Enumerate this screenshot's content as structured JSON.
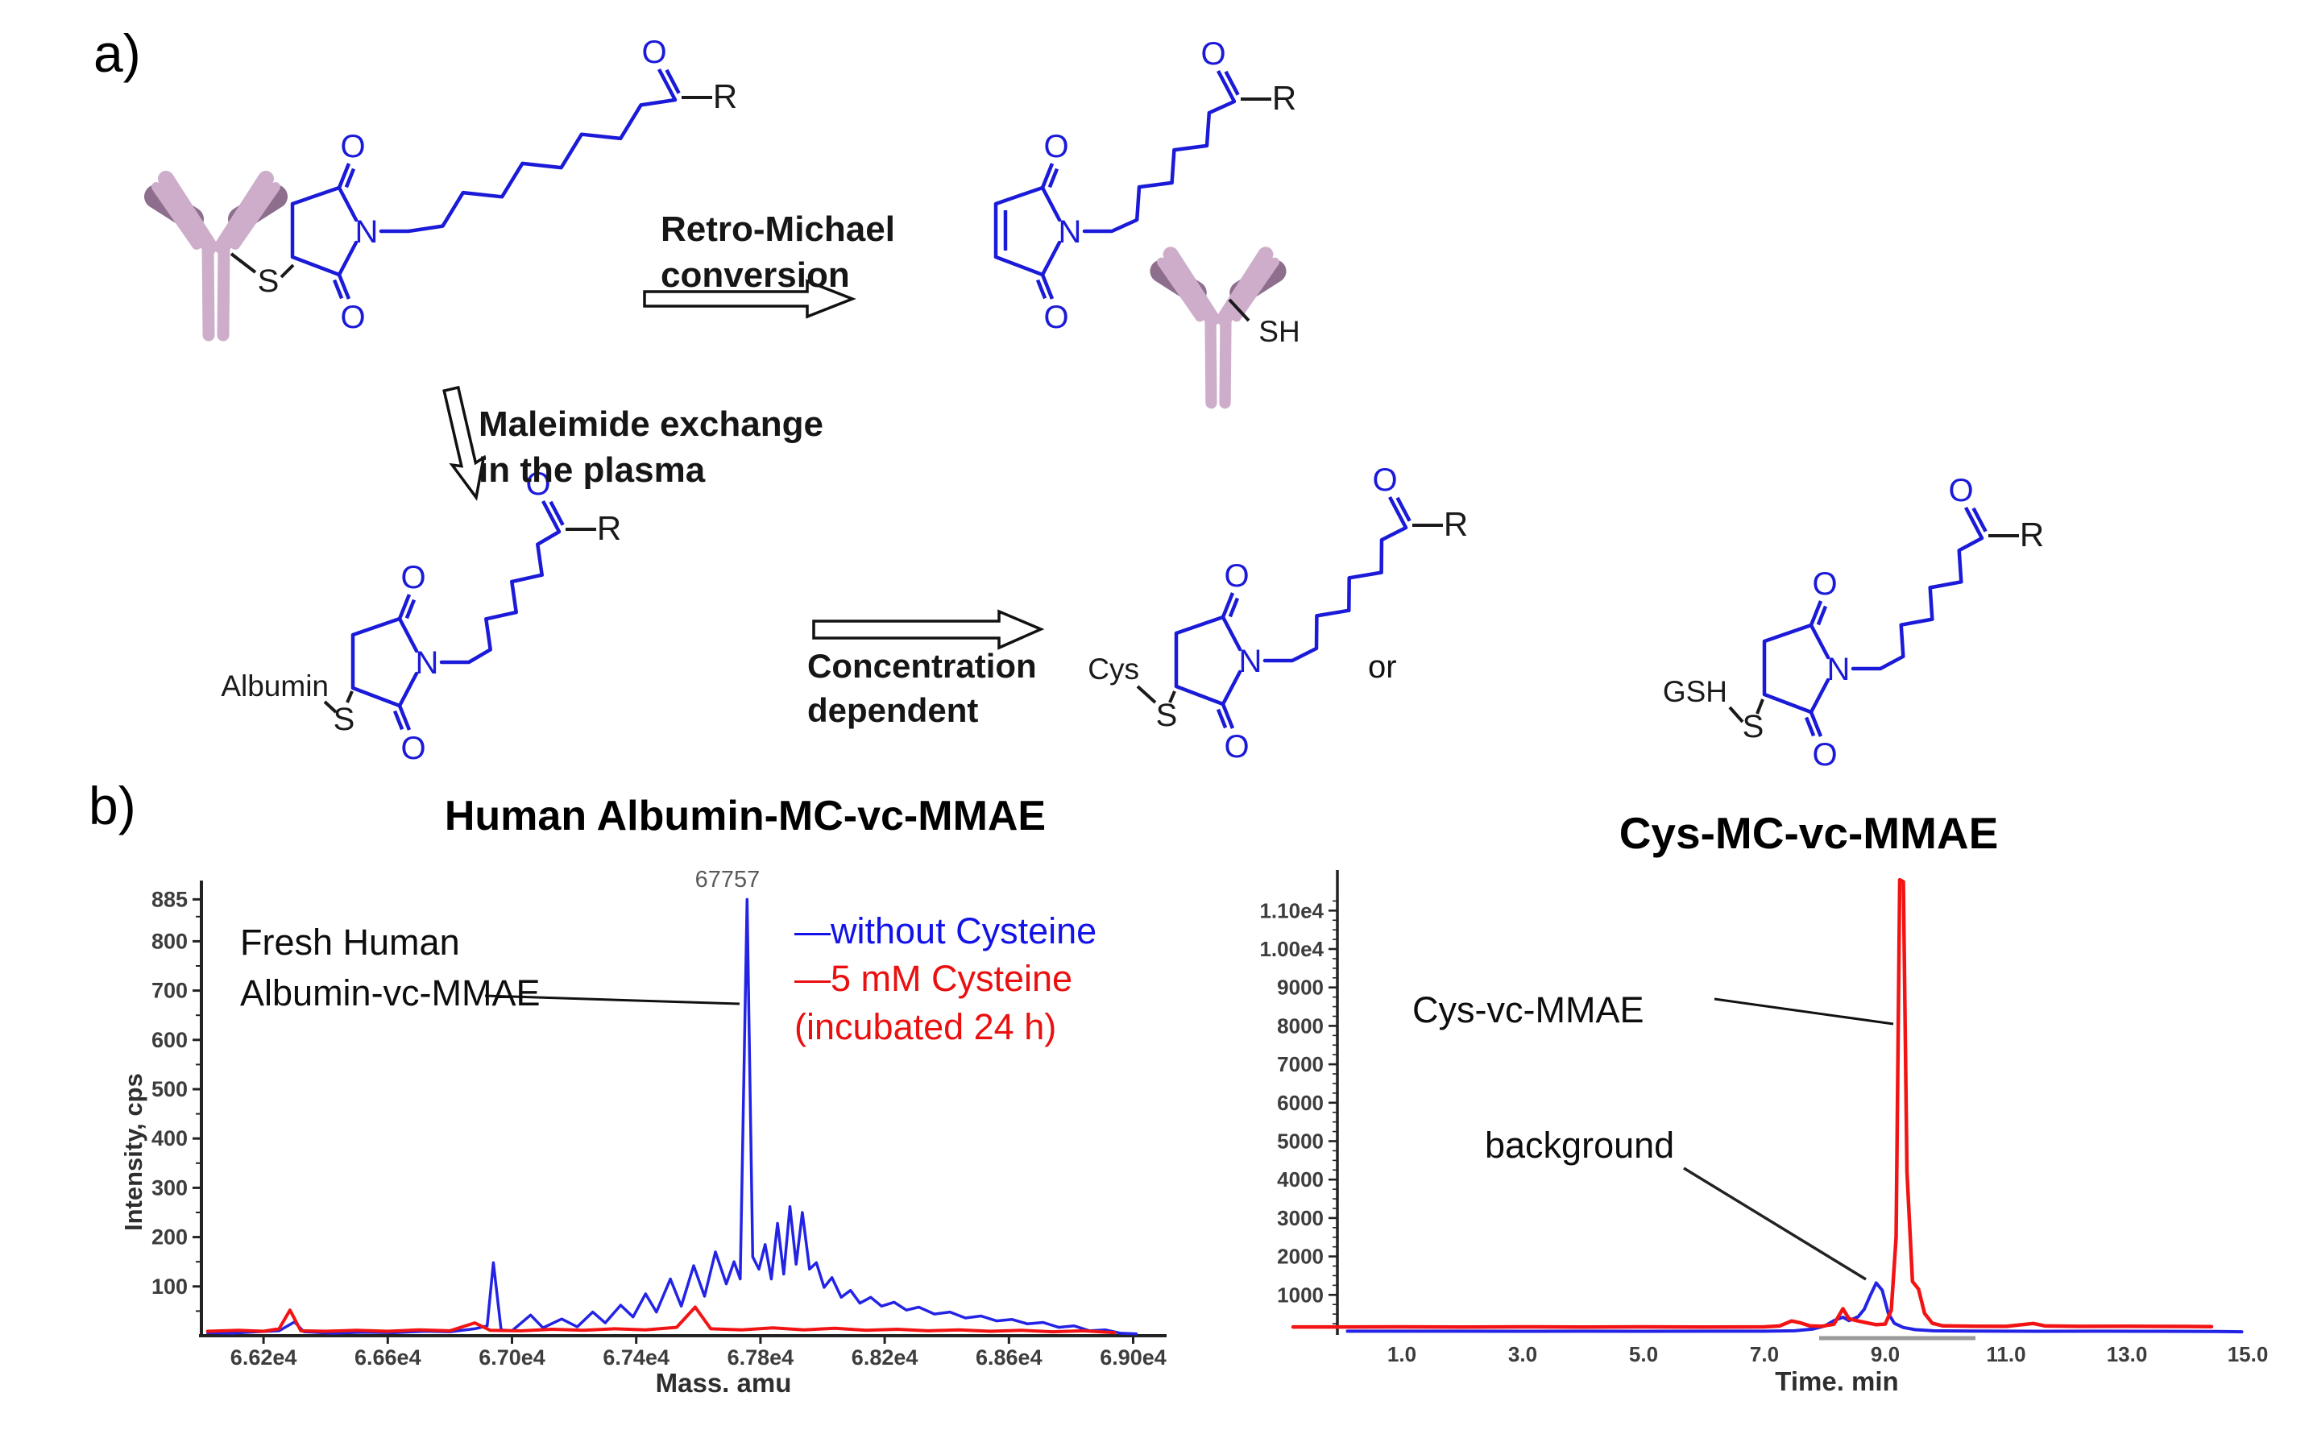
{
  "panel_a": {
    "label": "a)",
    "retro_michael_arrow": {
      "line1": "Retro-Michael",
      "line2": "conversion"
    },
    "maleimide_exchange_arrow": {
      "line1": "Maleimide exchange",
      "line2": "in the plasma"
    },
    "concentration_arrow": {
      "line1": "Concentration",
      "line2": "dependent"
    },
    "or_label": "or",
    "chem": {
      "o": "O",
      "n": "N",
      "s": "S",
      "r": "R",
      "sh": "SH",
      "albumin": "Albumin",
      "cys": "Cys",
      "gsh": "GSH"
    },
    "colors": {
      "structure_blue": "#1a1ad8",
      "bond_black": "#1a1a1a",
      "antibody_light": "#cdadca",
      "antibody_dark": "#8d6f8d"
    }
  },
  "panel_b": {
    "label": "b)"
  },
  "chart_data": [
    {
      "type": "line",
      "title": "Human Albumin-MC-vc-MMAE",
      "xlabel": "Mass. amu",
      "ylabel": "Intensity, cps",
      "xlim": [
        66000,
        69100
      ],
      "ylim": [
        0,
        920
      ],
      "grid": false,
      "yticks": [
        100,
        200,
        300,
        400,
        500,
        600,
        700,
        800,
        885
      ],
      "ytick_labels": [
        "100",
        "200",
        "300",
        "400",
        "500",
        "600",
        "700",
        "800",
        "885"
      ],
      "xticks": [
        66200,
        66600,
        67000,
        67400,
        67800,
        68200,
        68600,
        69000
      ],
      "xtick_labels": [
        "6.62e4",
        "6.66e4",
        "6.70e4",
        "6.74e4",
        "6.78e4",
        "6.82e4",
        "6.86e4",
        "6.90e4"
      ],
      "peak_label": "67757",
      "peak_x": 67757,
      "annotation": {
        "line1": "Fresh Human",
        "line2": "Albumin-vc-MMAE"
      },
      "legend": [
        {
          "label": "—without Cysteine",
          "color": "#1313e8"
        },
        {
          "label": "—5 mM Cysteine",
          "sublabel": "(incubated 24 h)",
          "color": "#ea1010"
        }
      ],
      "series": [
        {
          "name": "without Cysteine",
          "color": "#2323e6",
          "points": [
            [
              66020,
              6
            ],
            [
              66100,
              5
            ],
            [
              66180,
              8
            ],
            [
              66250,
              10
            ],
            [
              66300,
              28
            ],
            [
              66330,
              8
            ],
            [
              66420,
              5
            ],
            [
              66520,
              7
            ],
            [
              66620,
              6
            ],
            [
              66720,
              9
            ],
            [
              66800,
              8
            ],
            [
              66880,
              14
            ],
            [
              66920,
              20
            ],
            [
              66940,
              148
            ],
            [
              66965,
              12
            ],
            [
              67000,
              10
            ],
            [
              67060,
              42
            ],
            [
              67100,
              16
            ],
            [
              67160,
              34
            ],
            [
              67210,
              18
            ],
            [
              67260,
              48
            ],
            [
              67300,
              26
            ],
            [
              67350,
              62
            ],
            [
              67390,
              38
            ],
            [
              67430,
              85
            ],
            [
              67465,
              48
            ],
            [
              67510,
              115
            ],
            [
              67545,
              60
            ],
            [
              67585,
              142
            ],
            [
              67620,
              80
            ],
            [
              67655,
              170
            ],
            [
              67690,
              105
            ],
            [
              67715,
              150
            ],
            [
              67735,
              115
            ],
            [
              67757,
              885
            ],
            [
              67775,
              160
            ],
            [
              67795,
              135
            ],
            [
              67815,
              185
            ],
            [
              67835,
              115
            ],
            [
              67855,
              228
            ],
            [
              67875,
              125
            ],
            [
              67895,
              262
            ],
            [
              67915,
              145
            ],
            [
              67935,
              250
            ],
            [
              67958,
              135
            ],
            [
              67980,
              148
            ],
            [
              68005,
              98
            ],
            [
              68030,
              118
            ],
            [
              68060,
              78
            ],
            [
              68090,
              92
            ],
            [
              68120,
              66
            ],
            [
              68155,
              78
            ],
            [
              68190,
              60
            ],
            [
              68230,
              68
            ],
            [
              68270,
              52
            ],
            [
              68310,
              58
            ],
            [
              68360,
              44
            ],
            [
              68410,
              48
            ],
            [
              68460,
              36
            ],
            [
              68510,
              40
            ],
            [
              68560,
              30
            ],
            [
              68610,
              33
            ],
            [
              68660,
              24
            ],
            [
              68710,
              27
            ],
            [
              68760,
              17
            ],
            [
              68810,
              20
            ],
            [
              68860,
              10
            ],
            [
              68910,
              12
            ],
            [
              68960,
              5
            ],
            [
              69010,
              4
            ]
          ]
        },
        {
          "name": "5 mM Cysteine (incubated 24 h)",
          "color": "#f21414",
          "points": [
            [
              66020,
              9
            ],
            [
              66120,
              11
            ],
            [
              66200,
              9
            ],
            [
              66250,
              14
            ],
            [
              66285,
              52
            ],
            [
              66320,
              10
            ],
            [
              66400,
              9
            ],
            [
              66500,
              11
            ],
            [
              66600,
              9
            ],
            [
              66700,
              12
            ],
            [
              66800,
              10
            ],
            [
              66880,
              26
            ],
            [
              66930,
              11
            ],
            [
              67030,
              10
            ],
            [
              67130,
              13
            ],
            [
              67230,
              11
            ],
            [
              67330,
              14
            ],
            [
              67430,
              12
            ],
            [
              67530,
              17
            ],
            [
              67590,
              58
            ],
            [
              67640,
              14
            ],
            [
              67740,
              12
            ],
            [
              67840,
              16
            ],
            [
              67940,
              12
            ],
            [
              68040,
              15
            ],
            [
              68140,
              11
            ],
            [
              68240,
              13
            ],
            [
              68340,
              10
            ],
            [
              68440,
              12
            ],
            [
              68540,
              9
            ],
            [
              68640,
              11
            ],
            [
              68740,
              8
            ],
            [
              68840,
              10
            ],
            [
              68940,
              6
            ]
          ]
        }
      ]
    },
    {
      "type": "line",
      "title": "Cys-MC-vc-MMAE",
      "xlabel": "Time. min",
      "ylabel": "",
      "xlim": [
        0,
        15.3
      ],
      "ylim": [
        0,
        11900
      ],
      "grid": false,
      "yticks": [
        1000,
        2000,
        3000,
        4000,
        5000,
        6000,
        7000,
        8000,
        9000,
        10000,
        11000
      ],
      "ytick_labels": [
        "1000",
        "2000",
        "3000",
        "4000",
        "5000",
        "6000",
        "7000",
        "8000",
        "9000",
        "1.00e4",
        "1.10e4"
      ],
      "xticks": [
        1,
        3,
        5,
        7,
        9,
        11,
        13,
        15
      ],
      "xtick_labels": [
        "1.0",
        "3.0",
        "5.0",
        "7.0",
        "9.0",
        "11.0",
        "13.0",
        "15.0"
      ],
      "annotations": {
        "peak": "Cys-vc-MMAE",
        "background": "background"
      },
      "series": [
        {
          "name": "background (blue)",
          "color": "#2323e6",
          "points": [
            [
              0.1,
              55
            ],
            [
              1,
              55
            ],
            [
              2,
              55
            ],
            [
              3,
              52
            ],
            [
              4,
              55
            ],
            [
              5,
              52
            ],
            [
              6,
              55
            ],
            [
              7,
              55
            ],
            [
              7.5,
              65
            ],
            [
              7.8,
              110
            ],
            [
              8.0,
              190
            ],
            [
              8.15,
              330
            ],
            [
              8.3,
              420
            ],
            [
              8.4,
              330
            ],
            [
              8.55,
              430
            ],
            [
              8.65,
              620
            ],
            [
              8.75,
              980
            ],
            [
              8.85,
              1310
            ],
            [
              8.95,
              1120
            ],
            [
              9.05,
              520
            ],
            [
              9.15,
              260
            ],
            [
              9.3,
              150
            ],
            [
              9.5,
              95
            ],
            [
              9.8,
              65
            ],
            [
              10.5,
              58
            ],
            [
              11.5,
              52
            ],
            [
              12.5,
              55
            ],
            [
              13.5,
              52
            ],
            [
              14.5,
              48
            ],
            [
              14.9,
              40
            ]
          ]
        },
        {
          "name": "Cys-vc-MMAE (red)",
          "color": "#f21414",
          "points": [
            [
              -0.8,
              165
            ],
            [
              0,
              165
            ],
            [
              1,
              168
            ],
            [
              2,
              162
            ],
            [
              3,
              168
            ],
            [
              4,
              163
            ],
            [
              5,
              168
            ],
            [
              6,
              164
            ],
            [
              7,
              168
            ],
            [
              7.25,
              190
            ],
            [
              7.45,
              320
            ],
            [
              7.6,
              270
            ],
            [
              7.75,
              195
            ],
            [
              7.95,
              185
            ],
            [
              8.15,
              235
            ],
            [
              8.3,
              640
            ],
            [
              8.4,
              380
            ],
            [
              8.55,
              320
            ],
            [
              8.7,
              270
            ],
            [
              8.85,
              225
            ],
            [
              9.0,
              240
            ],
            [
              9.1,
              600
            ],
            [
              9.18,
              2500
            ],
            [
              9.24,
              11800
            ],
            [
              9.3,
              11750
            ],
            [
              9.36,
              4200
            ],
            [
              9.45,
              1350
            ],
            [
              9.55,
              1150
            ],
            [
              9.65,
              520
            ],
            [
              9.78,
              260
            ],
            [
              9.95,
              195
            ],
            [
              10.5,
              182
            ],
            [
              11.0,
              180
            ],
            [
              11.45,
              255
            ],
            [
              11.65,
              190
            ],
            [
              12.2,
              180
            ],
            [
              13.0,
              182
            ],
            [
              14.0,
              178
            ],
            [
              14.4,
              172
            ]
          ]
        }
      ]
    }
  ]
}
